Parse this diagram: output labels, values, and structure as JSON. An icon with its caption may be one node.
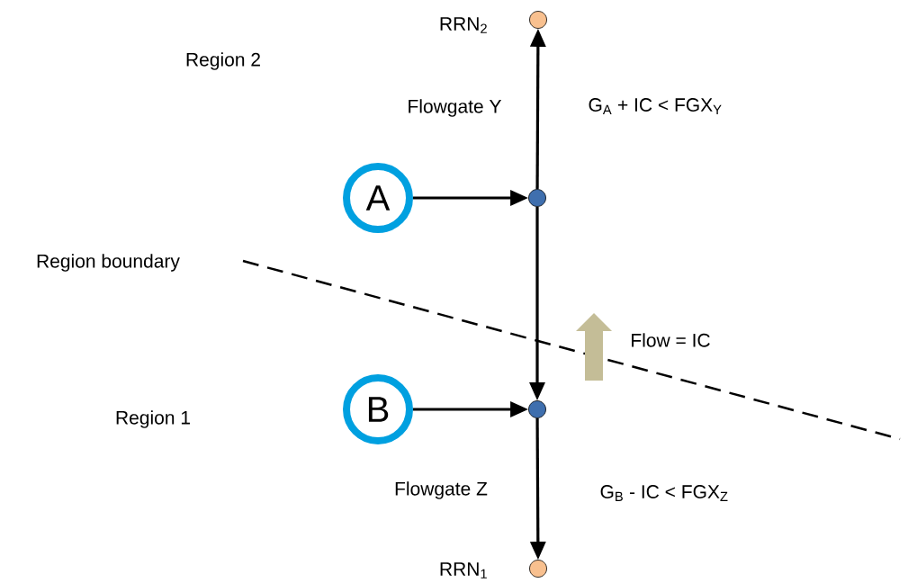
{
  "diagram": {
    "nodes": [
      {
        "text": [],
        "shape": "circle",
        "beside": [
          "RRN$_{2}$"
        ]
      },
      {
        "text": [
          "A"
        ]
      },
      {
        "text": [],
        "shape": "circle"
      },
      {
        "text": [
          "B"
        ]
      },
      {
        "text": [],
        "shape": "circle"
      },
      {
        "text": [],
        "shape": "circle",
        "beside": [
          "RRN$_{1}$"
        ]
      }
    ],
    "edges": [
      {
        "from": 1,
        "to": 2,
        "arrow": "to"
      },
      {
        "from": 2,
        "to": 0,
        "arrow": "to"
      },
      {
        "from": 2,
        "to": 4,
        "arrow": "to"
      },
      {
        "from": 3,
        "to": 4,
        "arrow": "to"
      },
      {
        "from": 4,
        "to": 5,
        "arrow": "to"
      }
    ],
    "labels": [
      "Region 2",
      "Flowgate Y",
      "G$_{A}$ + IC < FGX$_{Y}$",
      "Region boundary",
      "Flow = IC",
      "Region 1",
      "Flowgate Z",
      "G$_{B}$ - IC < FGX$_{Z}$"
    ]
  }
}
